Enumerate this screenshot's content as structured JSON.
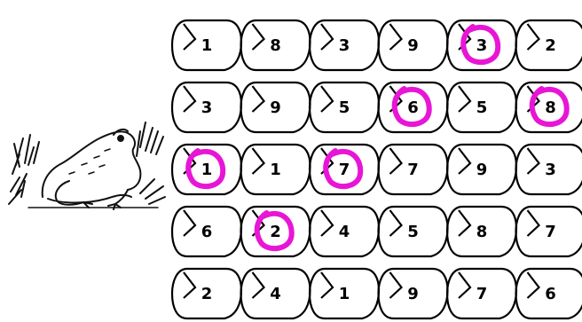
{
  "grid": {
    "rows": [
      [
        "1",
        "8",
        "3",
        "9",
        "3",
        "2"
      ],
      [
        "3",
        "9",
        "5",
        "6",
        "5",
        "8"
      ],
      [
        "1",
        "1",
        "7",
        "7",
        "9",
        "3"
      ],
      [
        "6",
        "2",
        "4",
        "5",
        "8",
        "7"
      ],
      [
        "2",
        "4",
        "1",
        "9",
        "7",
        "6"
      ]
    ],
    "circled": [
      [
        0,
        4
      ],
      [
        1,
        3
      ],
      [
        1,
        5
      ],
      [
        2,
        0
      ],
      [
        2,
        2
      ],
      [
        3,
        1
      ]
    ]
  },
  "frog": {
    "icon": "frog-icon"
  },
  "colors": {
    "pad_outline": "#000000",
    "circle_mark": "#e815d6"
  }
}
